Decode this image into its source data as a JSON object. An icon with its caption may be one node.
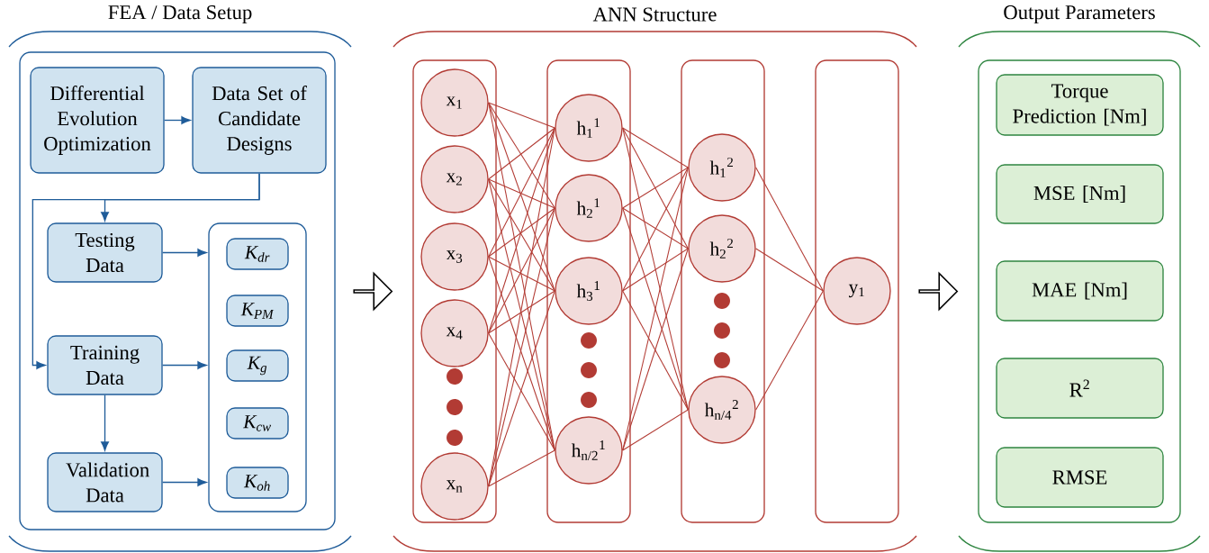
{
  "diagram": {
    "nodes": [
      {
        "text": [
          "FEA / Data Setup"
        ]
      },
      {
        "text": [],
        "shape": "box",
        "in": 0
      },
      {
        "text": [
          "Differential Evolution Optimization"
        ],
        "in": 1
      },
      {
        "text": [
          "Data Set of Candidate Designs"
        ],
        "in": 1
      },
      {
        "text": [
          "Testing Data"
        ],
        "in": 1
      },
      {
        "text": [
          "Training Data"
        ],
        "in": 1
      },
      {
        "text": [
          "Validation Data"
        ],
        "in": 1
      },
      {
        "text": [],
        "shape": "box",
        "in": 1
      },
      {
        "text": [
          "K$_{dr}$"
        ],
        "in": 7
      },
      {
        "text": [
          "K$_{PM}$"
        ],
        "in": 7
      },
      {
        "text": [
          "K$_{g}$"
        ],
        "in": 7
      },
      {
        "text": [
          "K$_{cw}$"
        ],
        "in": 7
      },
      {
        "text": [
          "K$_{oh}$"
        ],
        "in": 7
      },
      {
        "text": [
          "ANN Structure"
        ]
      },
      {
        "text": [],
        "shape": "box",
        "in": 13
      },
      {
        "text": [
          "x$_{1}$"
        ],
        "in": 14
      },
      {
        "text": [
          "x$_{2}$"
        ],
        "in": 14
      },
      {
        "text": [
          "x$_{3}$"
        ],
        "in": 14
      },
      {
        "text": [
          "x$_{4}$"
        ],
        "in": 14
      },
      {
        "text": [
          "x$_{n}$"
        ],
        "in": 14
      },
      {
        "text": [],
        "shape": "box",
        "in": 13
      },
      {
        "text": [
          "h$_{1}$$^{1}$"
        ],
        "in": 20
      },
      {
        "text": [
          "h$_{2}$$^{1}$"
        ],
        "in": 20
      },
      {
        "text": [
          "h$_{3}$$^{1}$"
        ],
        "in": 20
      },
      {
        "text": [
          "h$_{n/2}$$^{1}$"
        ],
        "in": 20
      },
      {
        "text": [],
        "shape": "box",
        "in": 13
      },
      {
        "text": [
          "h$_{1}$$^{2}$"
        ],
        "in": 25
      },
      {
        "text": [
          "h$_{2}$$^{2}$"
        ],
        "in": 25
      },
      {
        "text": [
          "h$_{n/4}$$^{2}$"
        ],
        "in": 25
      },
      {
        "text": [],
        "shape": "box",
        "in": 13
      },
      {
        "text": [
          "y$_{1}$"
        ],
        "in": 29
      },
      {
        "text": [
          "Output Parameters"
        ]
      },
      {
        "text": [],
        "shape": "box",
        "in": 31
      },
      {
        "text": [
          "Torque Prediction [Nm]"
        ],
        "in": 32
      },
      {
        "text": [
          "MSE [Nm]"
        ],
        "in": 32
      },
      {
        "text": [
          "MAE [Nm]"
        ],
        "in": 32
      },
      {
        "text": [
          "R$^{2}$"
        ],
        "in": 32
      },
      {
        "text": [
          "RMSE"
        ],
        "in": 32
      }
    ],
    "edges": [
      {
        "from": 2,
        "to": 3,
        "arrow": "to",
        "color": "#1f5c99"
      },
      {
        "from": 3,
        "to": 4,
        "arrow": "to",
        "color": "#1f5c99"
      },
      {
        "from": 3,
        "to": 5,
        "arrow": "to",
        "color": "#1f5c99"
      },
      {
        "from": 4,
        "to": 7,
        "arrow": "to",
        "color": "#1f5c99"
      },
      {
        "from": 5,
        "to": 7,
        "arrow": "to",
        "color": "#1f5c99"
      },
      {
        "from": 6,
        "to": 7,
        "arrow": "to",
        "color": "#1f5c99"
      },
      {
        "from": 5,
        "to": 6,
        "arrow": "to",
        "color": "#1f5c99"
      },
      {
        "from": 0,
        "to": 13,
        "arrow": "to",
        "color": "#000000"
      },
      {
        "from": 13,
        "to": 31,
        "arrow": "to",
        "color": "#000000"
      },
      {
        "from": 15,
        "to": 21,
        "arrow": "none"
      },
      {
        "from": 15,
        "to": 22,
        "arrow": "none"
      },
      {
        "from": 15,
        "to": 23,
        "arrow": "none"
      },
      {
        "from": 15,
        "to": 24,
        "arrow": "none"
      },
      {
        "from": 16,
        "to": 21,
        "arrow": "none"
      },
      {
        "from": 16,
        "to": 22,
        "arrow": "none"
      },
      {
        "from": 16,
        "to": 23,
        "arrow": "none"
      },
      {
        "from": 16,
        "to": 24,
        "arrow": "none"
      },
      {
        "from": 17,
        "to": 21,
        "arrow": "none"
      },
      {
        "from": 17,
        "to": 22,
        "arrow": "none"
      },
      {
        "from": 17,
        "to": 23,
        "arrow": "none"
      },
      {
        "from": 17,
        "to": 24,
        "arrow": "none"
      },
      {
        "from": 18,
        "to": 21,
        "arrow": "none"
      },
      {
        "from": 18,
        "to": 22,
        "arrow": "none"
      },
      {
        "from": 18,
        "to": 23,
        "arrow": "none"
      },
      {
        "from": 18,
        "to": 24,
        "arrow": "none"
      },
      {
        "from": 19,
        "to": 21,
        "arrow": "none"
      },
      {
        "from": 19,
        "to": 22,
        "arrow": "none"
      },
      {
        "from": 19,
        "to": 23,
        "arrow": "none"
      },
      {
        "from": 19,
        "to": 24,
        "arrow": "none"
      },
      {
        "from": 21,
        "to": 26,
        "arrow": "none"
      },
      {
        "from": 21,
        "to": 27,
        "arrow": "none"
      },
      {
        "from": 21,
        "to": 28,
        "arrow": "none"
      },
      {
        "from": 22,
        "to": 26,
        "arrow": "none"
      },
      {
        "from": 22,
        "to": 27,
        "arrow": "none"
      },
      {
        "from": 22,
        "to": 28,
        "arrow": "none"
      },
      {
        "from": 23,
        "to": 26,
        "arrow": "none"
      },
      {
        "from": 23,
        "to": 27,
        "arrow": "none"
      },
      {
        "from": 23,
        "to": 28,
        "arrow": "none"
      },
      {
        "from": 24,
        "to": 26,
        "arrow": "none"
      },
      {
        "from": 24,
        "to": 27,
        "arrow": "none"
      },
      {
        "from": 24,
        "to": 28,
        "arrow": "none"
      },
      {
        "from": 26,
        "to": 30,
        "arrow": "none"
      },
      {
        "from": 27,
        "to": 30,
        "arrow": "none"
      },
      {
        "from": 28,
        "to": 30,
        "arrow": "none"
      }
    ]
  }
}
